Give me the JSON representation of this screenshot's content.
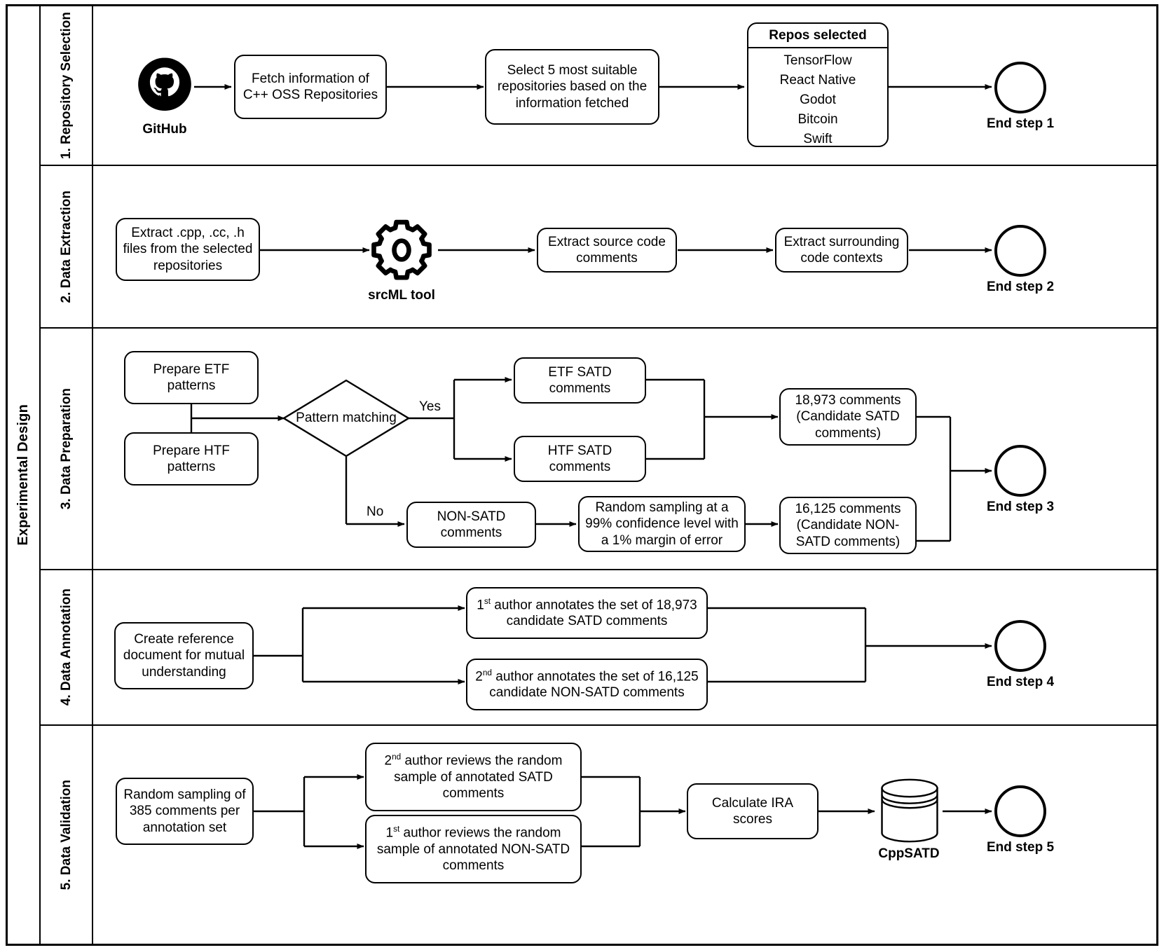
{
  "pool": {
    "label": "Experimental Design"
  },
  "lanes": [
    {
      "id": "lane1",
      "label": "1. Repository Selection"
    },
    {
      "id": "lane2",
      "label": "2. Data Extraction"
    },
    {
      "id": "lane3",
      "label": "3. Data Preparation"
    },
    {
      "id": "lane4",
      "label": "4. Data Annotation"
    },
    {
      "id": "lane5",
      "label": "5. Data Validation"
    }
  ],
  "lane1": {
    "github_label": "GitHub",
    "fetch_info": "Fetch information of C++ OSS Repositories",
    "select_repos": "Select 5 most suitable repositories based on the information fetched",
    "repos_title": "Repos selected",
    "repos": [
      "TensorFlow",
      "React Native",
      "Godot",
      "Bitcoin",
      "Swift"
    ],
    "end_label": "End step 1"
  },
  "lane2": {
    "extract_files": "Extract .cpp, .cc, .h files from the selected repositories",
    "srcml_label": "srcML tool",
    "extract_comments": "Extract source code comments",
    "extract_contexts": "Extract surrounding code contexts",
    "end_label": "End step 2"
  },
  "lane3": {
    "prepare_etf": "Prepare ETF patterns",
    "prepare_htf": "Prepare HTF patterns",
    "decision": "Pattern matching",
    "yes_label": "Yes",
    "no_label": "No",
    "etf_satd": "ETF SATD comments",
    "htf_satd": "HTF SATD comments",
    "non_satd": "NON-SATD comments",
    "random_sampling": "Random sampling at a 99% confidence level with a 1% margin of error",
    "candidate_satd": "18,973 comments (Candidate SATD comments)",
    "candidate_non_satd": "16,125 comments (Candidate NON-SATD comments)",
    "end_label": "End step 3"
  },
  "lane4": {
    "create_reference": "Create reference document for mutual understanding",
    "author1_prefix": "1",
    "author1_sup": "st",
    "author1_rest": " author annotates the set of 18,973 candidate SATD comments",
    "author2_prefix": "2",
    "author2_sup": "nd",
    "author2_rest": " author annotates the set of 16,125 candidate NON-SATD comments",
    "end_label": "End step 4"
  },
  "lane5": {
    "random_sampling": "Random sampling of 385 comments per annotation set",
    "review2_prefix": "2",
    "review2_sup": "nd",
    "review2_rest": " author reviews the random sample of annotated SATD comments",
    "review1_prefix": "1",
    "review1_sup": "st",
    "review1_rest": " author reviews the random sample of annotated NON-SATD comments",
    "calc_ira": "Calculate IRA scores",
    "db_label": "CppSATD",
    "end_label": "End step 5"
  },
  "colors": {
    "stroke": "#000000",
    "background": "#ffffff"
  }
}
